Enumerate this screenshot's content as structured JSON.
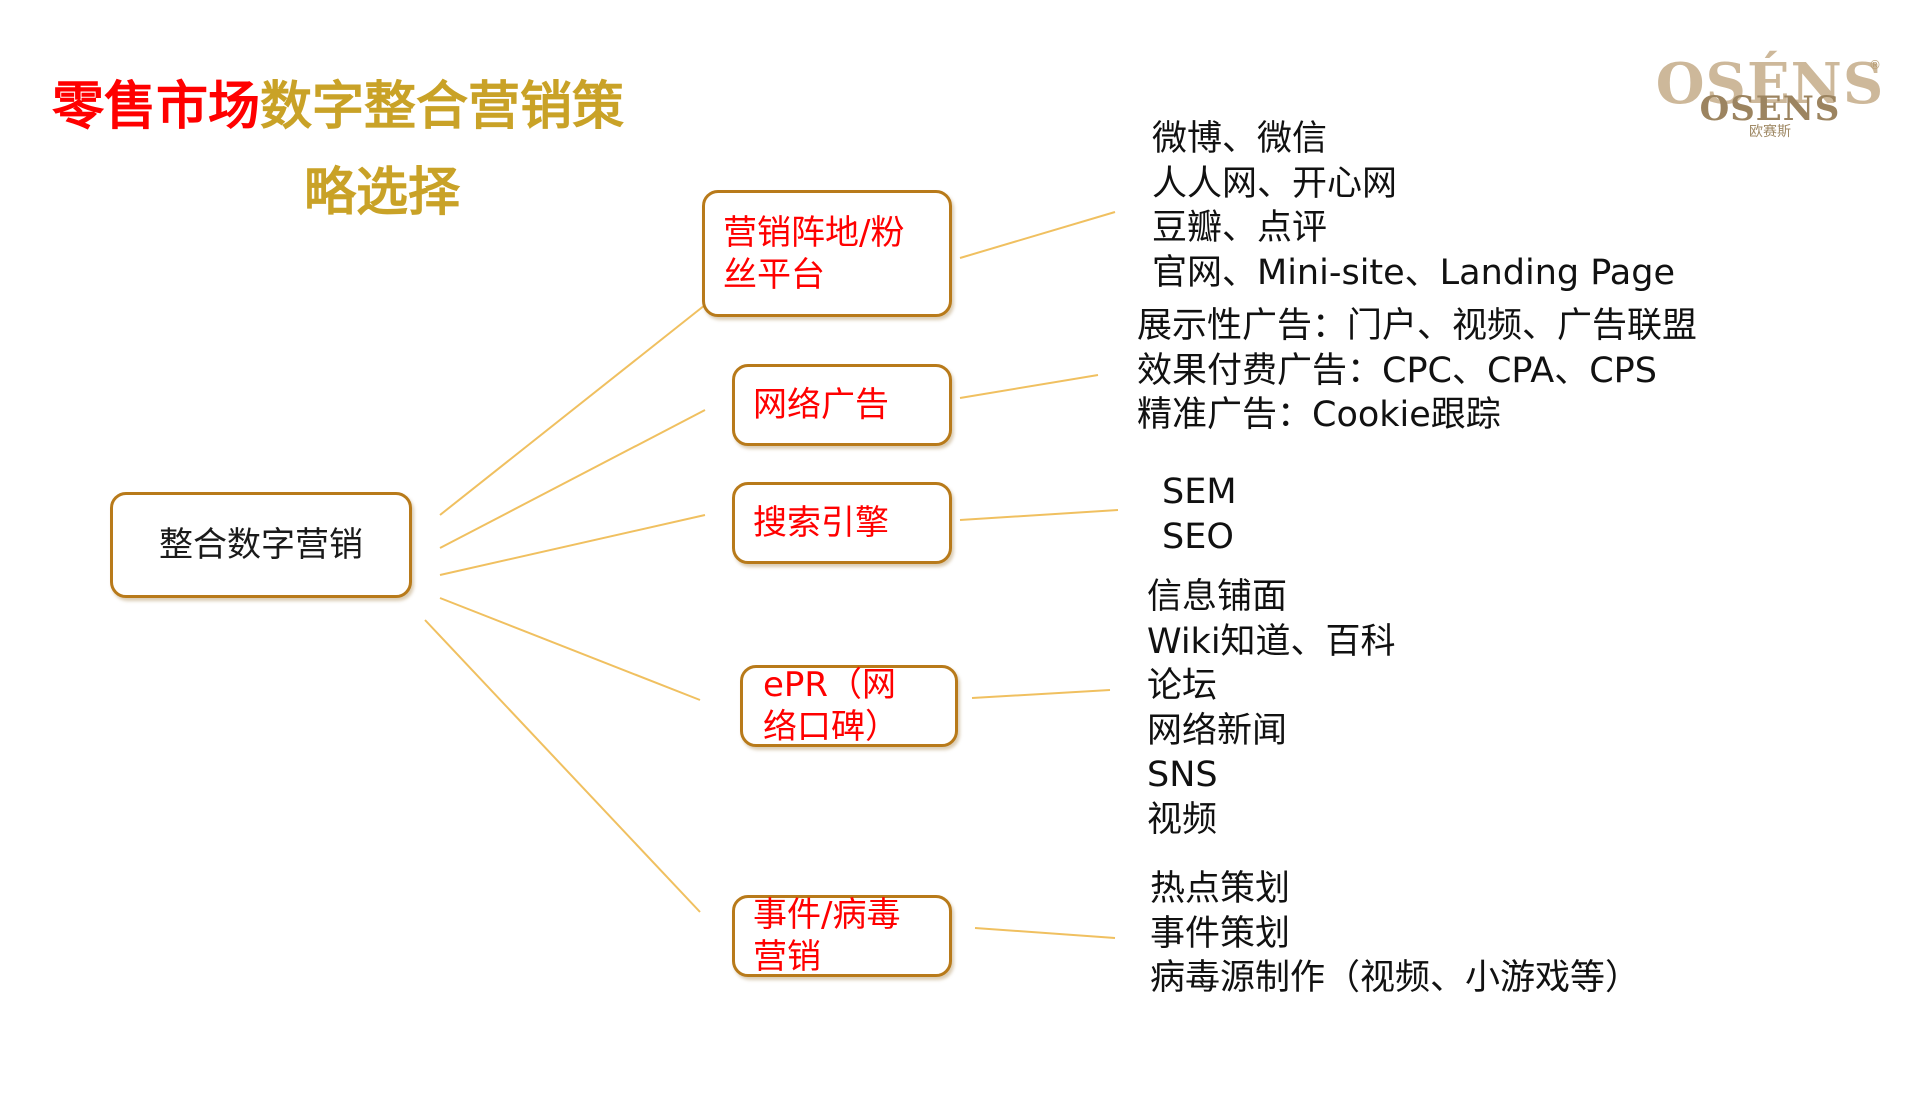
{
  "title": {
    "part1": "零售市场",
    "part2": "数字整合营销策",
    "part3": "略选择"
  },
  "logo": {
    "brand": "OSÉNS",
    "brand_small": "OSENS",
    "chinese": "欧赛斯",
    "reg": "®"
  },
  "root": {
    "label": "整合数字营销"
  },
  "branches": [
    {
      "label": "营销阵地/粉丝平台",
      "items": [
        "微博、微信",
        "人人网、开心网",
        "豆瓣、点评",
        "官网、Mini-site、Landing Page"
      ]
    },
    {
      "label": "网络广告",
      "items": [
        "展示性广告：门户、视频、广告联盟",
        "效果付费广告：CPC、CPA、CPS",
        "精准广告：Cookie跟踪"
      ]
    },
    {
      "label": "搜索引擎",
      "items": [
        "SEM",
        "SEO"
      ]
    },
    {
      "label": "ePR（网络口碑）",
      "items": [
        "信息铺面",
        "Wiki知道、百科",
        "论坛",
        "网络新闻",
        "SNS",
        "视频"
      ]
    },
    {
      "label": "事件/病毒营销",
      "items": [
        "热点策划",
        "事件策划",
        "病毒源制作（视频、小游戏等）"
      ]
    }
  ],
  "colors": {
    "title_red": "#ff0000",
    "title_gold": "#c9a227",
    "box_border": "#b87a1a",
    "connector": "#f0c060",
    "branch_text": "#ff0000"
  }
}
